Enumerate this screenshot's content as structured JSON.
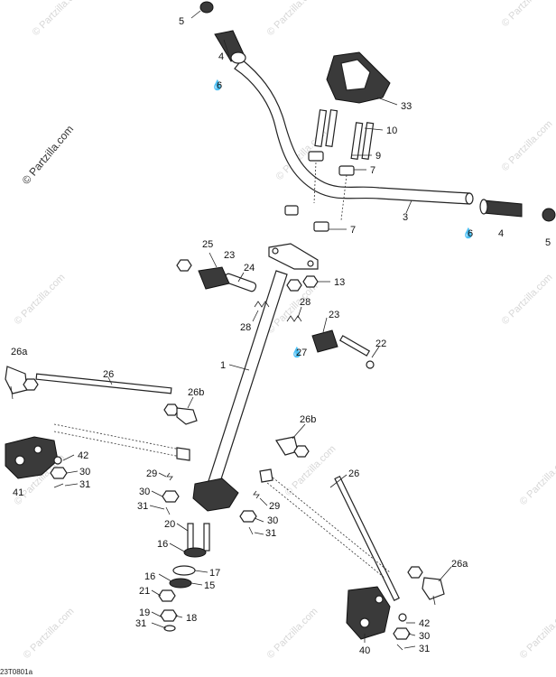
{
  "watermark": "© Partzilla.com",
  "drawing_ref": "23T0801a",
  "callouts": [
    {
      "id": "c5a",
      "text": "5"
    },
    {
      "id": "c4a",
      "text": "4"
    },
    {
      "id": "c6a",
      "text": "6"
    },
    {
      "id": "c33",
      "text": "33"
    },
    {
      "id": "c10",
      "text": "10"
    },
    {
      "id": "c9",
      "text": "9"
    },
    {
      "id": "c7a",
      "text": "7"
    },
    {
      "id": "c3",
      "text": "3"
    },
    {
      "id": "c6b",
      "text": "6"
    },
    {
      "id": "c4b",
      "text": "4"
    },
    {
      "id": "c5b",
      "text": "5"
    },
    {
      "id": "c7b",
      "text": "7"
    },
    {
      "id": "c25",
      "text": "25"
    },
    {
      "id": "c23a",
      "text": "23"
    },
    {
      "id": "c24",
      "text": "24"
    },
    {
      "id": "c13",
      "text": "13"
    },
    {
      "id": "c28a",
      "text": "28"
    },
    {
      "id": "c28b",
      "text": "28"
    },
    {
      "id": "c23b",
      "text": "23"
    },
    {
      "id": "c27",
      "text": "27"
    },
    {
      "id": "c22",
      "text": "22"
    },
    {
      "id": "c1",
      "text": "1"
    },
    {
      "id": "c26aL",
      "text": "26a"
    },
    {
      "id": "c26L",
      "text": "26"
    },
    {
      "id": "c26bL",
      "text": "26b"
    },
    {
      "id": "c42L",
      "text": "42"
    },
    {
      "id": "c30L",
      "text": "30"
    },
    {
      "id": "c31L",
      "text": "31"
    },
    {
      "id": "c41",
      "text": "41"
    },
    {
      "id": "c29L",
      "text": "29"
    },
    {
      "id": "c30M",
      "text": "30"
    },
    {
      "id": "c31M",
      "text": "31"
    },
    {
      "id": "c26bR",
      "text": "26b"
    },
    {
      "id": "c26R",
      "text": "26"
    },
    {
      "id": "c29R",
      "text": "29"
    },
    {
      "id": "c30R",
      "text": "30"
    },
    {
      "id": "c31R",
      "text": "31"
    },
    {
      "id": "c20",
      "text": "20"
    },
    {
      "id": "c16a",
      "text": "16"
    },
    {
      "id": "c17",
      "text": "17"
    },
    {
      "id": "c16b",
      "text": "16"
    },
    {
      "id": "c15",
      "text": "15"
    },
    {
      "id": "c21",
      "text": "21"
    },
    {
      "id": "c19",
      "text": "19"
    },
    {
      "id": "c18",
      "text": "18"
    },
    {
      "id": "c31B",
      "text": "31"
    },
    {
      "id": "c26aR",
      "text": "26a"
    },
    {
      "id": "c42R",
      "text": "42"
    },
    {
      "id": "c30B",
      "text": "30"
    },
    {
      "id": "c31BR",
      "text": "31"
    },
    {
      "id": "c40",
      "text": "40"
    }
  ]
}
